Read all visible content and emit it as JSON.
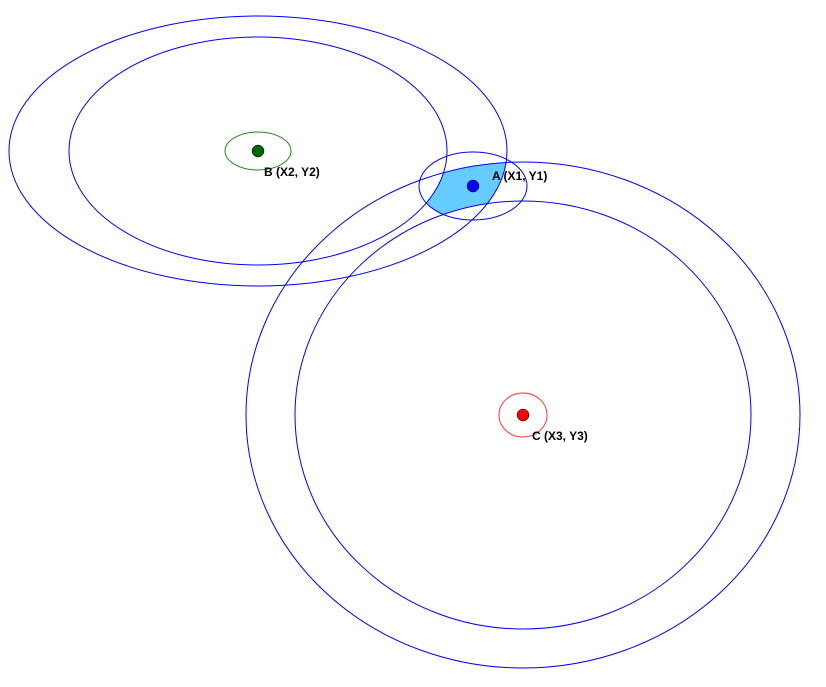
{
  "points": {
    "a": {
      "label": "A (X1, Y1)",
      "color": "#0000ff"
    },
    "b": {
      "label": "B (X2, Y2)",
      "color": "#006400"
    },
    "c": {
      "label": "C (X3, Y3)",
      "color": "#ff0000"
    }
  },
  "colors": {
    "ring": "#0000ff",
    "b_error": "#228b22",
    "c_error": "#ff3333",
    "intersection_fill": "#66ccff"
  }
}
